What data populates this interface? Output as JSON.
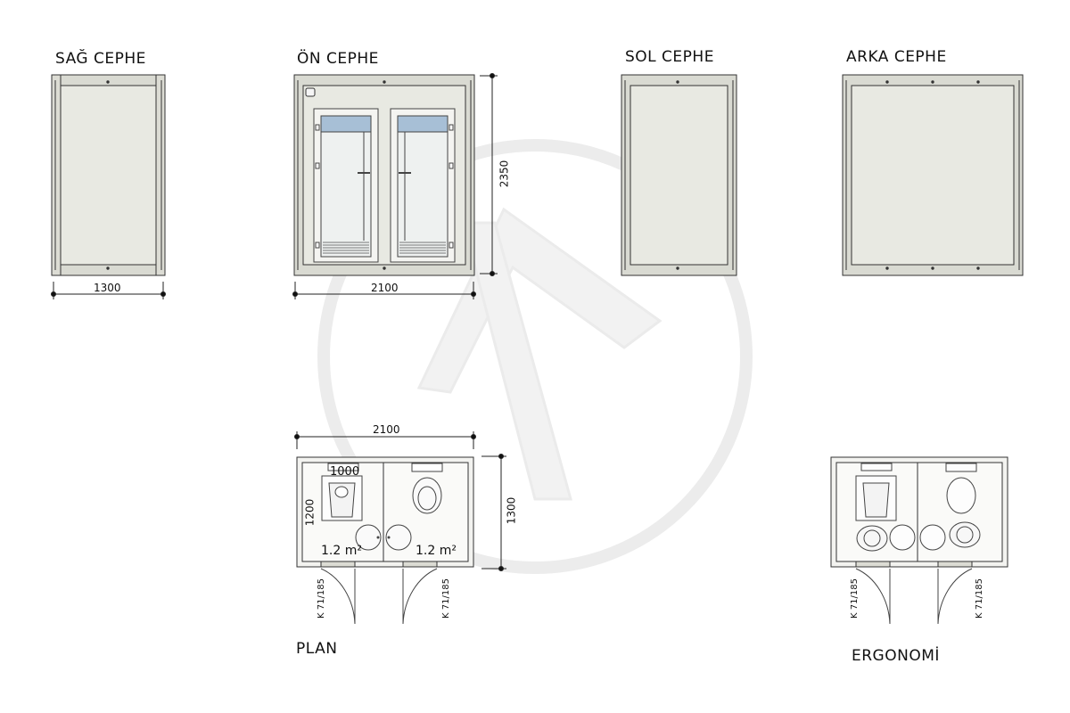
{
  "titles": {
    "right": "SAĞ CEPHE",
    "front": "ÖN CEPHE",
    "left": "SOL CEPHE",
    "back": "ARKA CEPHE",
    "plan": "PLAN",
    "ergonomics": "ERGONOMİ"
  },
  "dimensions": {
    "right_width": "1300",
    "front_width": "2100",
    "front_height": "2350",
    "plan_width": "2100",
    "plan_depth": "1300",
    "cabin_width": "1000",
    "cabin_depth": "1200"
  },
  "areas": {
    "cabin_left": "1.2 m²",
    "cabin_right": "1.2 m²"
  },
  "door_labels": {
    "plan_left": "K 71/185",
    "plan_right": "K 71/185",
    "ergo_left": "K 71/185",
    "ergo_right": "K 71/185"
  },
  "colors": {
    "panel": "#e8e9e2",
    "frame": "#d9dad2",
    "line": "#333333",
    "glass": "#9fb6cf",
    "watermark": "#ececec"
  }
}
